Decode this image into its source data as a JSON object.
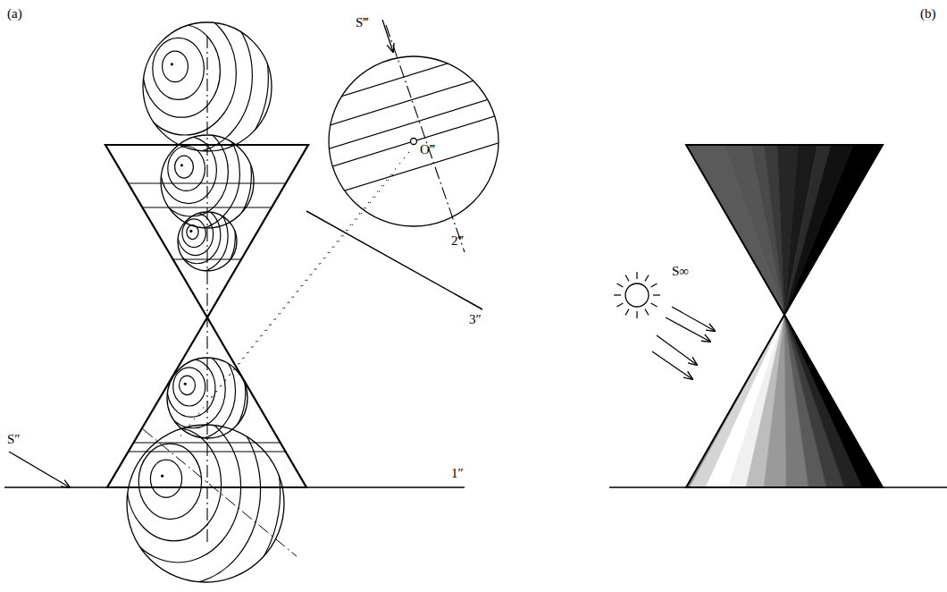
{
  "diagram": {
    "labels": [
      "(a)",
      "(b)",
      "S‴",
      "O‴",
      "2‴",
      "3″",
      "S″",
      "1″",
      "S∞"
    ]
  }
}
